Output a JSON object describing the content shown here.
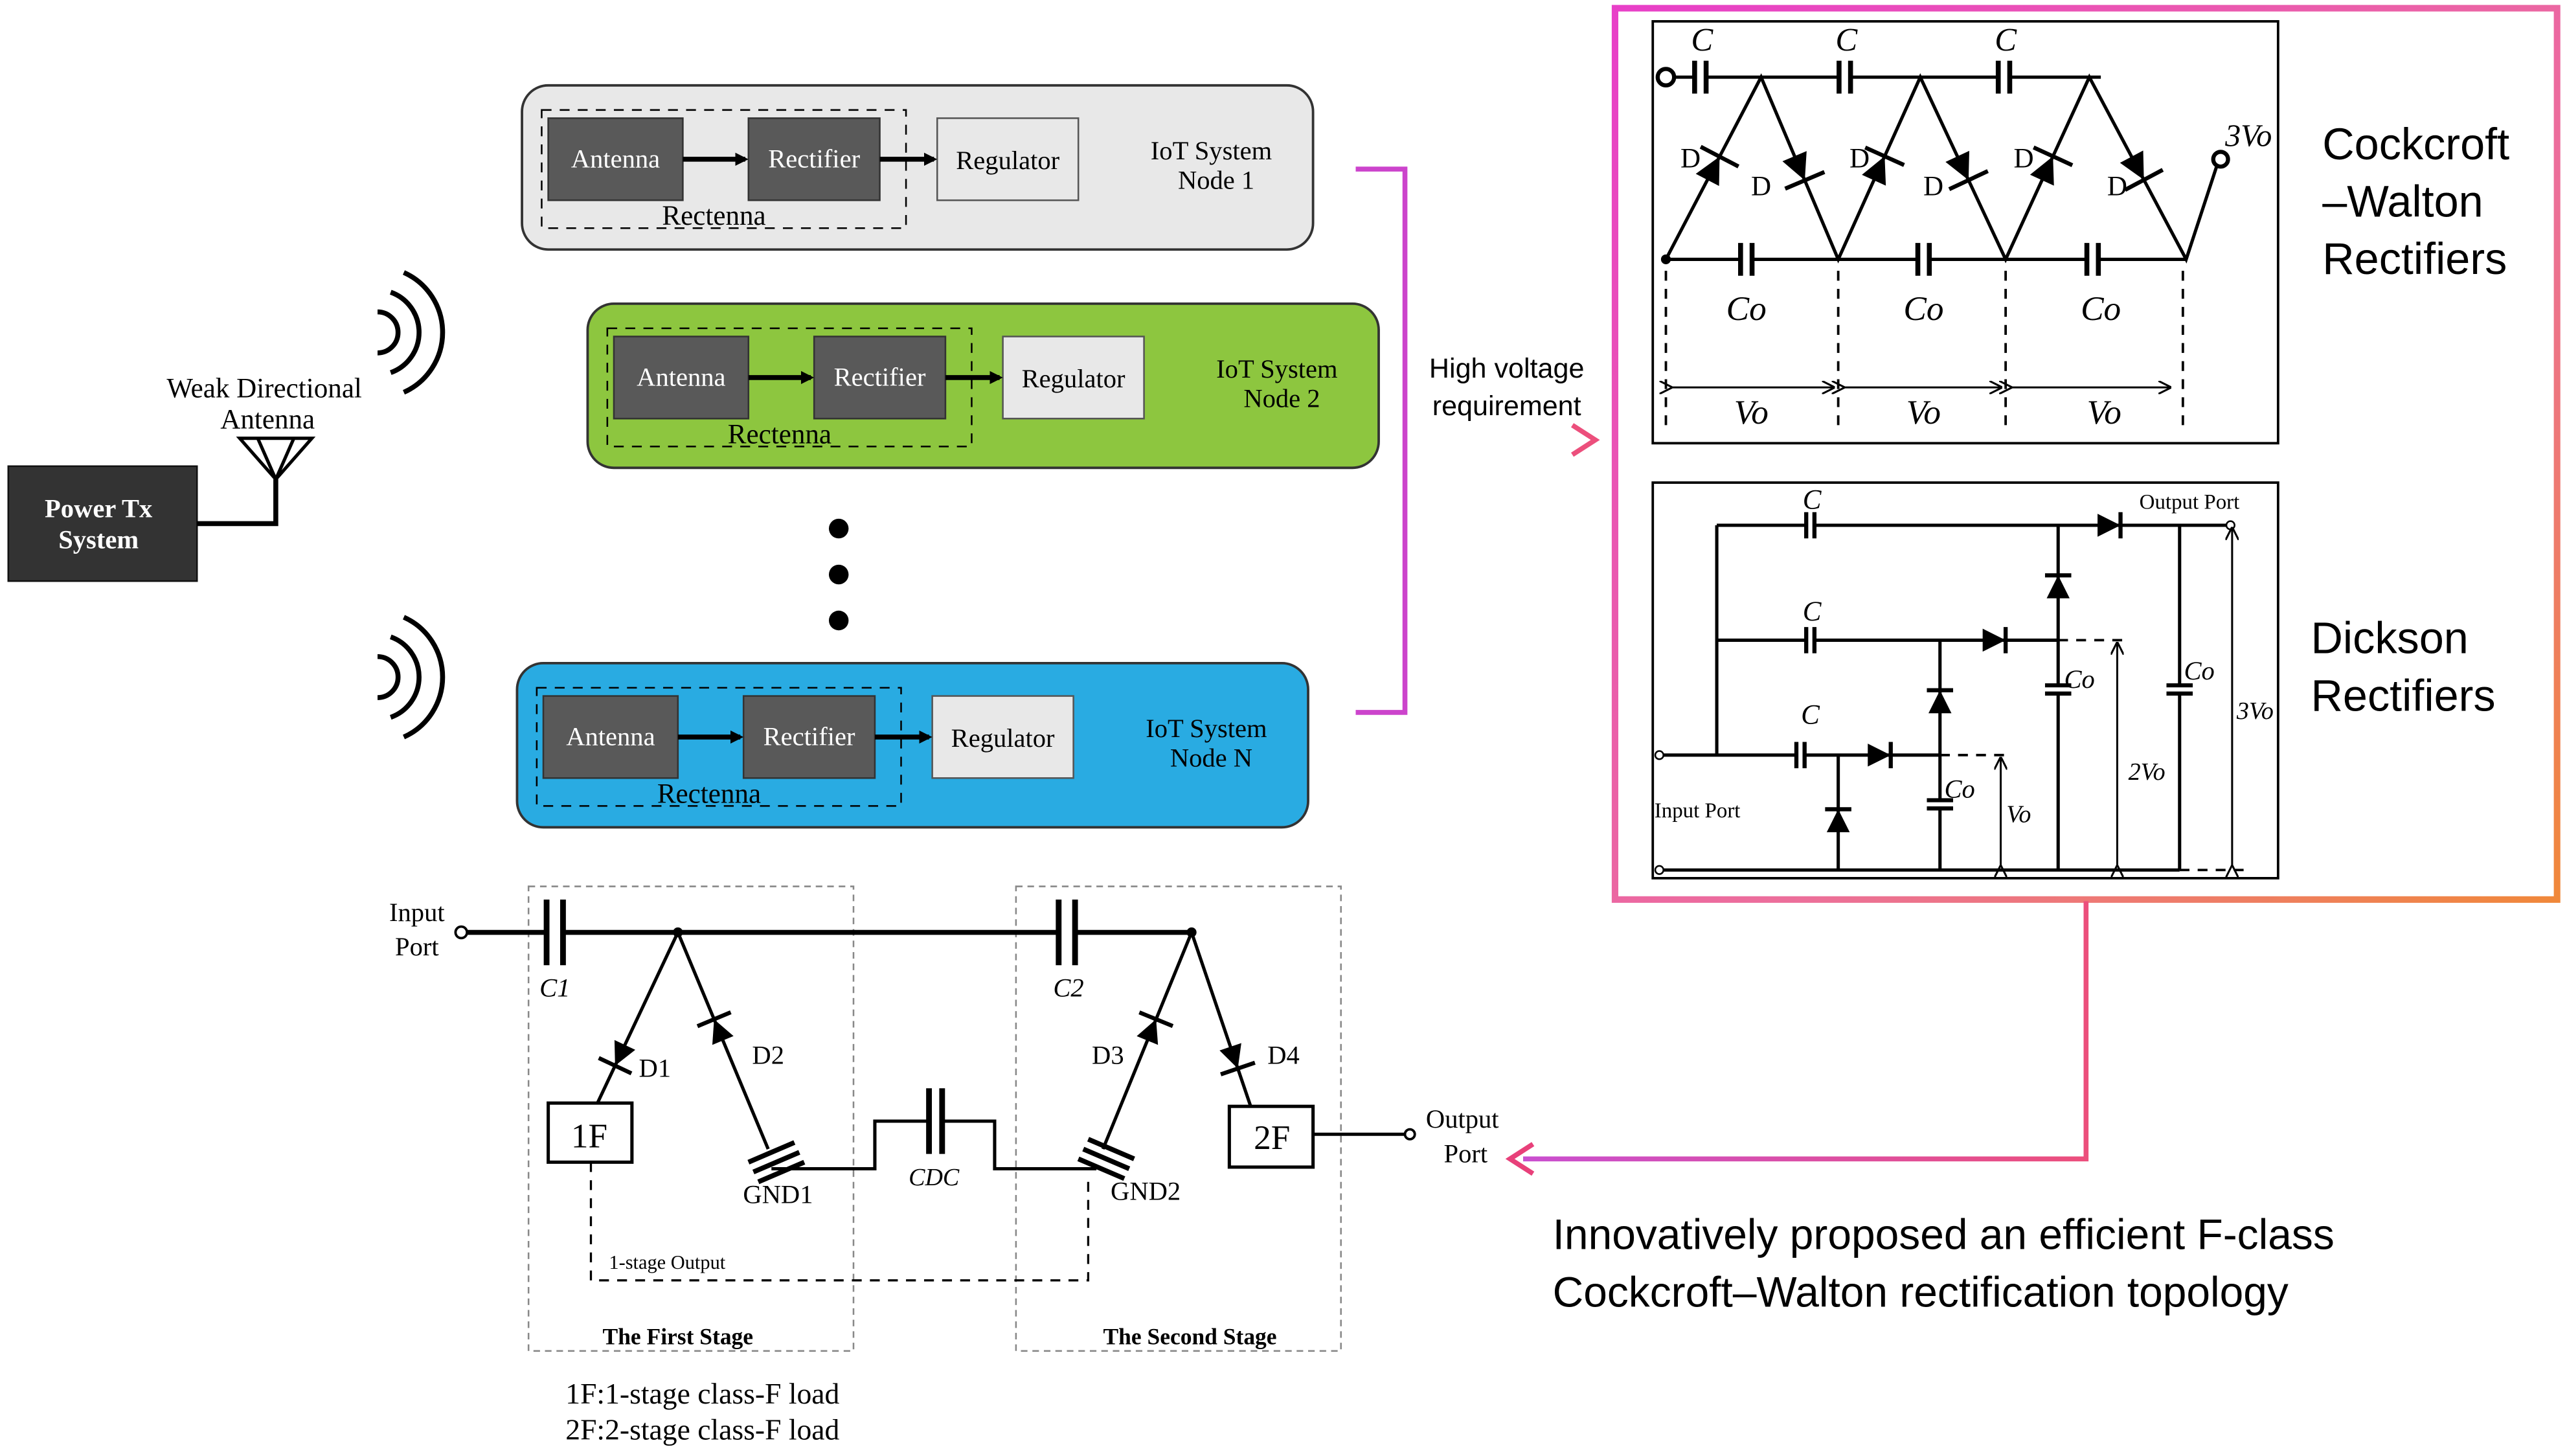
{
  "colors": {
    "node1_fill": "#e8e8e8",
    "node2_fill": "#8dc63f",
    "nodeN_fill": "#29abe2",
    "block_dark": "#595959",
    "bracket": "#cc44cc",
    "frame_start": "#e83fc8",
    "frame_end": "#f0883a",
    "arrow": "#e8407a"
  },
  "transmitter": {
    "box_line1": "Power Tx",
    "box_line2": "System",
    "antenna_label1": "Weak Directional",
    "antenna_label2": "Antenna"
  },
  "nodes": [
    {
      "antenna": "Antenna",
      "rectifier": "Rectifier",
      "regulator": "Regulator",
      "rectenna": "Rectenna",
      "title1": "IoT System",
      "title2": "Node 1"
    },
    {
      "antenna": "Antenna",
      "rectifier": "Rectifier",
      "regulator": "Regulator",
      "rectenna": "Rectenna",
      "title1": "IoT System",
      "title2": "Node 2"
    },
    {
      "antenna": "Antenna",
      "rectifier": "Rectifier",
      "regulator": "Regulator",
      "rectenna": "Rectenna",
      "title1": "IoT System",
      "title2": "Node N"
    }
  ],
  "requirement": {
    "line1": "High voltage",
    "line2": "requirement"
  },
  "cockcroft_walton": {
    "title1": "Cockcroft",
    "title2": "–Walton",
    "title3": "Rectifiers",
    "cap_label": "C",
    "out_cap_label": "Co",
    "diode_label": "D",
    "stage_voltage": "Vo",
    "output_voltage": "3Vo"
  },
  "dickson": {
    "title1": "Dickson",
    "title2": "Rectifiers",
    "output_port": "Output Port",
    "input_port": "Input Port",
    "cap_label": "C",
    "out_cap_label": "Co",
    "v1": "Vo",
    "v2": "2Vo",
    "v3": "3Vo"
  },
  "proposed": {
    "input_port1": "Input",
    "input_port2": "Port",
    "output_port1": "Output",
    "output_port2": "Port",
    "c1": "C1",
    "c2": "C2",
    "cdc": "CDC",
    "d1": "D1",
    "d2": "D2",
    "d3": "D3",
    "d4": "D4",
    "load1": "1F",
    "load2": "2F",
    "gnd1": "GND1",
    "gnd2": "GND2",
    "stage1_output": "1-stage Output",
    "stage1": "The First Stage",
    "stage2": "The Second Stage",
    "legend1": "1F:1-stage class-F load",
    "legend2": "2F:2-stage class-F load"
  },
  "caption": {
    "line1": "Innovatively proposed an efficient F-class",
    "line2": "Cockcroft–Walton  rectification topology"
  }
}
